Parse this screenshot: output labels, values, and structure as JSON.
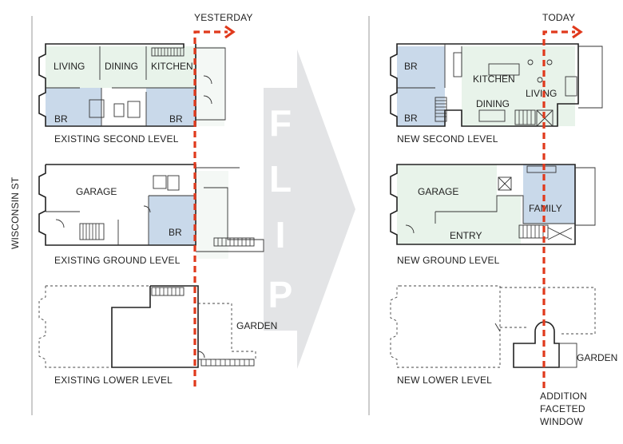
{
  "street": "WISCONSIN ST",
  "arrow_text": "F L I P",
  "colors": {
    "red": "#e0391c",
    "living": "#e8f3ea",
    "bedroom": "#c9d9ea",
    "arrow": "#e3e4e6"
  },
  "existing": {
    "marker": "YESTERDAY",
    "second": {
      "caption": "EXISTING SECOND LEVEL",
      "rooms": {
        "living": "LIVING",
        "dining": "DINING",
        "kitchen": "KITCHEN",
        "br1": "BR",
        "br2": "BR"
      }
    },
    "ground": {
      "caption": "EXISTING GROUND LEVEL",
      "rooms": {
        "garage": "GARAGE",
        "br": "BR"
      }
    },
    "lower": {
      "caption": "EXISTING LOWER LEVEL",
      "rooms": {
        "garden": "GARDEN"
      }
    }
  },
  "new": {
    "marker": "TODAY",
    "second": {
      "caption": "NEW SECOND LEVEL",
      "rooms": {
        "br1": "BR",
        "br2": "BR",
        "kitchen": "KITCHEN",
        "living": "LIVING",
        "dining": "DINING"
      }
    },
    "ground": {
      "caption": "NEW GROUND LEVEL",
      "rooms": {
        "garage": "GARAGE",
        "entry": "ENTRY",
        "family": "FAMILY"
      }
    },
    "lower": {
      "caption": "NEW LOWER LEVEL",
      "rooms": {
        "garden": "GARDEN"
      }
    },
    "addition_note": [
      "ADDITION",
      "FACETED",
      "WINDOW"
    ]
  }
}
